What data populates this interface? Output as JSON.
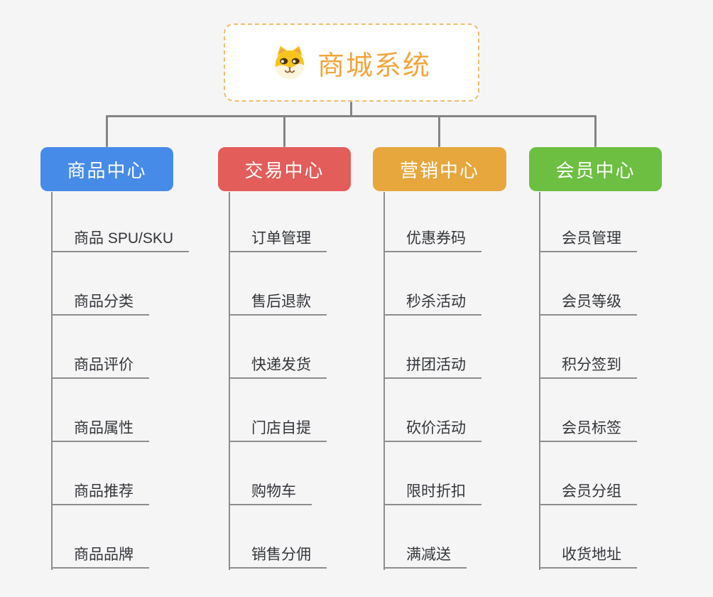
{
  "app": {
    "background_color": "#f5f5f6",
    "connector_color": "#848484",
    "underline_color": "#8d8d8d"
  },
  "root": {
    "title": "商城系统",
    "icon": "doge-icon",
    "title_color": "#f2a63e",
    "border_color": "#f0bc6b"
  },
  "branches": [
    {
      "label": "商品中心",
      "color": "#478be8",
      "items": [
        "商品 SPU/SKU",
        "商品分类",
        "商品评价",
        "商品属性",
        "商品推荐",
        "商品品牌"
      ]
    },
    {
      "label": "交易中心",
      "color": "#e35d5b",
      "items": [
        "订单管理",
        "售后退款",
        "快递发货",
        "门店自提",
        "购物车",
        "销售分佣"
      ]
    },
    {
      "label": "营销中心",
      "color": "#e7a73d",
      "items": [
        "优惠券码",
        "秒杀活动",
        "拼团活动",
        "砍价活动",
        "限时折扣",
        "满减送"
      ]
    },
    {
      "label": "会员中心",
      "color": "#6dbf42",
      "items": [
        "会员管理",
        "会员等级",
        "积分签到",
        "会员标签",
        "会员分组",
        "收货地址"
      ]
    }
  ]
}
